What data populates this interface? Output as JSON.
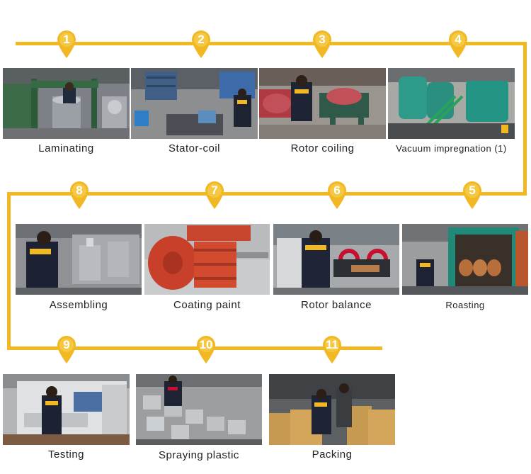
{
  "colors": {
    "accent": "#f2b824",
    "text": "#222222"
  },
  "steps": [
    {
      "number": "1",
      "label": "Laminating",
      "icon": "laminating-photo"
    },
    {
      "number": "2",
      "label": "Stator-coil",
      "icon": "stator-coil-photo"
    },
    {
      "number": "3",
      "label": "Rotor coiling",
      "icon": "rotor-coiling-photo"
    },
    {
      "number": "4",
      "label": "Vacuum impregnation (1)",
      "icon": "vacuum-impregnation-photo"
    },
    {
      "number": "5",
      "label": "Roasting",
      "icon": "roasting-photo"
    },
    {
      "number": "6",
      "label": "Rotor balance",
      "icon": "rotor-balance-photo"
    },
    {
      "number": "7",
      "label": "Coating paint",
      "icon": "coating-paint-photo"
    },
    {
      "number": "8",
      "label": "Assembling",
      "icon": "assembling-photo"
    },
    {
      "number": "9",
      "label": "Testing",
      "icon": "testing-photo"
    },
    {
      "number": "10",
      "label": "Spraying plastic",
      "icon": "spraying-plastic-photo"
    },
    {
      "number": "11",
      "label": "Packing",
      "icon": "packing-photo"
    }
  ]
}
